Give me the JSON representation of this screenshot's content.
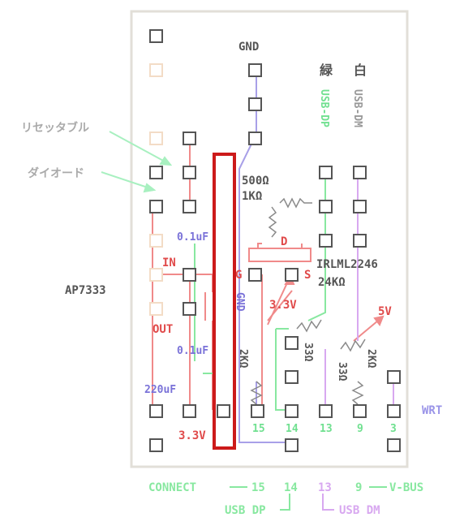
{
  "labels": {
    "gnd_top": "GND",
    "green_char": "緑",
    "white_char": "白",
    "usb_dp_vertical": "USB-DP",
    "usb_dm_vertical": "USB-DM",
    "resettable": "リセッタブル",
    "diode": "ダイオード",
    "res_500": "500Ω",
    "res_1k": "1KΩ",
    "d_pin": "D",
    "g_pin": "G",
    "s_pin": "S",
    "irlml": "IRLML2246",
    "res_24k": "24KΩ",
    "cap_01_top": "0.1uF",
    "in_label": "IN",
    "ap7333": "AP7333",
    "gnd_vertical": "GND",
    "v33_mid": "3.3V",
    "v5": "5V",
    "out_label": "OUT",
    "cap_01_bot": "0.1uF",
    "res_2k_left": "2KΩ",
    "res_33_left": "33Ω",
    "res_33_right": "33Ω",
    "res_2k_right": "2KΩ",
    "cap_220": "220uF",
    "pin_15": "15",
    "pin_14": "14",
    "pin_13": "13",
    "pin_9": "9",
    "pin_3": "3",
    "wrt": "WRT",
    "v33_bottom": "3.3V",
    "connect": "CONNECT",
    "conn_15": "15",
    "conn_14": "14",
    "conn_13": "13",
    "conn_9": "9",
    "vbus": "V-BUS",
    "usb_dp": "USB DP",
    "usb_dm": "USB DM"
  },
  "colors": {
    "board_border": "#e0ddd6",
    "pad": "#555555",
    "faint_pad": "#f3dcc6",
    "red_wire": "#f08a8a",
    "blue_wire": "#a8a0e8",
    "green_wire": "#88e8a0",
    "purple_wire": "#d8a8f0",
    "highlight": "#cc1a1a",
    "red_text": "#e04a4a",
    "blue_text": "#7a72d8",
    "green_text": "#70e090",
    "grey_text": "#555555"
  }
}
